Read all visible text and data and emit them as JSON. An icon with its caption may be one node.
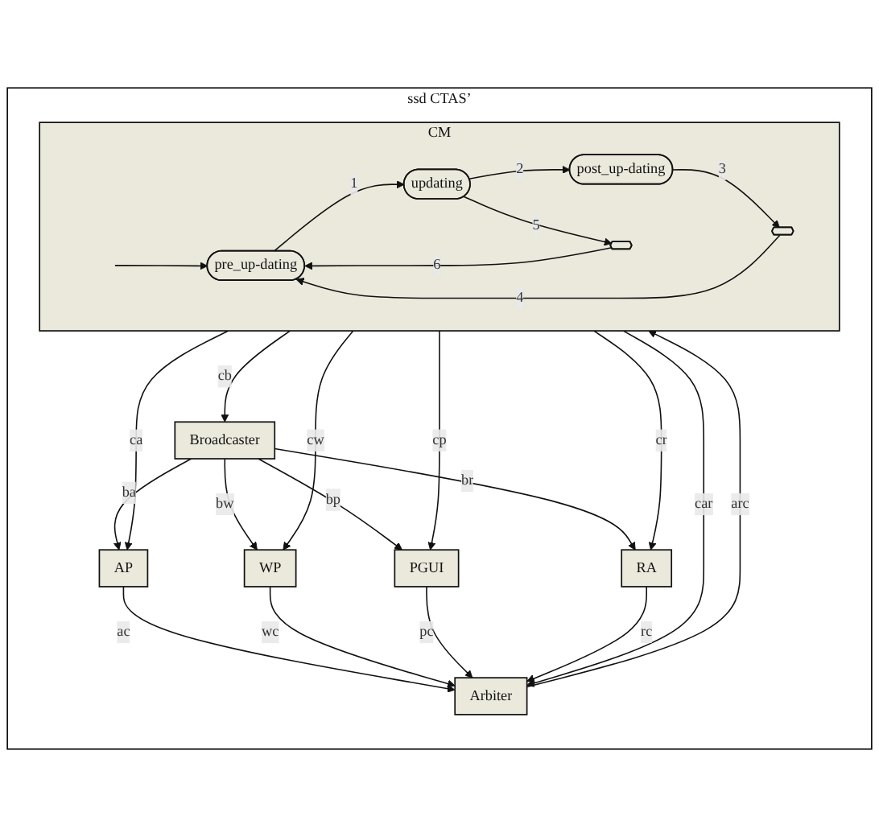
{
  "diagram": {
    "nodes": [
      {
        "text": [
          "ssd CTAS’"
        ]
      },
      {
        "text": [
          "Broadcaster"
        ],
        "in": 0
      },
      {
        "text": [
          "AP"
        ],
        "in": 0
      },
      {
        "text": [
          "WP"
        ],
        "in": 0
      },
      {
        "text": [
          "PGUI"
        ],
        "in": 0
      },
      {
        "text": [
          "RA"
        ],
        "in": 0
      },
      {
        "text": [
          "Arbiter"
        ],
        "in": 0
      },
      {
        "text": [
          "CM"
        ],
        "in": 0
      },
      {
        "text": [],
        "shape": "hexagon",
        "in": 7
      },
      {
        "text": [
          "pre_up-dating"
        ],
        "in": 7
      },
      {
        "text": [
          "updating"
        ],
        "in": 7
      },
      {
        "text": [
          "post_up-dating"
        ],
        "in": 7
      },
      {
        "text": [],
        "shape": "hexagon",
        "in": 7
      }
    ],
    "edges": [
      {
        "from": 1,
        "to": 2,
        "arrow": "to",
        "label": "ba"
      },
      {
        "from": 1,
        "to": 3,
        "arrow": "to",
        "label": "bw"
      },
      {
        "from": 1,
        "to": 4,
        "arrow": "to",
        "label": "bp"
      },
      {
        "from": 1,
        "to": 5,
        "arrow": "to",
        "label": "br"
      },
      {
        "from": 2,
        "to": 6,
        "arrow": "to",
        "label": "ac"
      },
      {
        "from": 3,
        "to": 6,
        "arrow": "to",
        "label": "wc"
      },
      {
        "from": 4,
        "to": 6,
        "arrow": "to",
        "label": "pc"
      },
      {
        "from": 5,
        "to": 6,
        "arrow": "to",
        "label": "rc"
      },
      {
        "from": 6,
        "to": 7,
        "arrow": "to",
        "label": "arc"
      },
      {
        "from": 7,
        "to": 2,
        "arrow": "to",
        "label": "ca"
      },
      {
        "from": 7,
        "to": 3,
        "arrow": "to",
        "label": "cw"
      },
      {
        "from": 7,
        "to": 4,
        "arrow": "to",
        "label": "cp"
      },
      {
        "from": 7,
        "to": 5,
        "arrow": "to",
        "label": "cr"
      },
      {
        "from": 7,
        "to": 6,
        "arrow": "to",
        "label": "car"
      },
      {
        "from": 7,
        "to": 1,
        "arrow": "to",
        "label": "cb"
      },
      {
        "from": null,
        "to": 9,
        "arrow": "to"
      },
      {
        "from": 9,
        "to": 10,
        "arrow": "to",
        "label": "1"
      },
      {
        "from": 10,
        "to": 11,
        "arrow": "to",
        "label": "2"
      },
      {
        "from": 10,
        "to": 8,
        "arrow": "to",
        "label": "5"
      },
      {
        "from": 11,
        "to": 12,
        "arrow": "to",
        "label": "3"
      },
      {
        "from": 12,
        "to": 9,
        "arrow": "to",
        "label": "4"
      },
      {
        "from": 8,
        "to": 9,
        "arrow": "to",
        "label": "6"
      }
    ]
  }
}
